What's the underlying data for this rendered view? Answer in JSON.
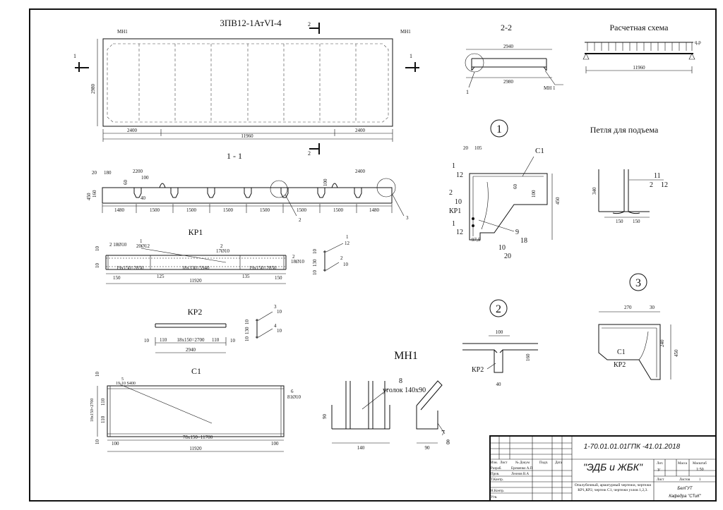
{
  "sheet": {
    "plan": {
      "title": "3ПВ12-1АтVI-4",
      "mark_left": "МН1",
      "mark_right": "МН1",
      "section_top": "2",
      "section_bottom": "2",
      "section_left": "1",
      "section_right": "1",
      "dim_height": "2980",
      "dim_left": "2400",
      "dim_total": "11960",
      "dim_right": "2400"
    },
    "section_11": {
      "title": "1 - 1",
      "d20": "20",
      "d180": "180",
      "d2200": "2200",
      "d100": "100",
      "d60": "60",
      "d160": "160",
      "d450": "450",
      "d40": "40",
      "d2400": "2400",
      "d100b": "100",
      "bottom_dims": [
        "1480",
        "1500",
        "1500",
        "1500",
        "1500",
        "1500",
        "1500",
        "1480"
      ],
      "callout_2": "2",
      "callout_3": "3"
    },
    "section_22": {
      "title": "2-2",
      "dim_top": "2940",
      "dim_bottom": "2980",
      "callout_1": "1",
      "label_mn": "МН 1"
    },
    "scheme": {
      "title": "Расчетная схема",
      "load": "q,p",
      "span": "11960"
    },
    "kp1": {
      "title": "КР1",
      "lbl_left": "2\n18Ø10",
      "lbl_1": "1",
      "lbl_1b": "20Ø12",
      "lbl_2": "2",
      "lbl_2b": "17Ø10",
      "lbl_right": "2",
      "lbl_right_b": "18Ø10",
      "d10a": "10",
      "d10b": "10",
      "seg1": "19x150=2850",
      "seg2": "18x330=5940",
      "seg3": "19x150=2850",
      "d150a": "150",
      "d125": "125",
      "d135": "135",
      "d150b": "150",
      "total": "11920",
      "cs_1": "1",
      "cs_12": "12",
      "cs_2": "2",
      "cs_10": "10",
      "cs_d10": "10",
      "cs_d130": "130",
      "cs_d10b": "10"
    },
    "kp2": {
      "title": "КР2",
      "d10a": "10",
      "d110a": "110",
      "seg": "18x150=2700",
      "d110b": "110",
      "d10b": "10",
      "total": "2940",
      "cs_3": "3",
      "cs_10a": "10",
      "cs_4": "4",
      "cs_10b": "10",
      "cs_d10": "10",
      "cs_d130": "130",
      "cs_d10b": "10"
    },
    "c1": {
      "title": "С1",
      "lbl_5": "5",
      "lbl_5b": "19-10 S400",
      "lbl_6": "6",
      "lbl_6b": "81Ø10",
      "d10t": "10",
      "d110a": "110",
      "d110b": "110",
      "d10b": "10",
      "side": "18x150=2700",
      "seg": "78x150=11700",
      "d100a": "100",
      "d100b": "100",
      "total": "11920"
    },
    "mn1": {
      "title": "МН1",
      "lbl_8": "8",
      "angle": "уголок 140х90",
      "d90": "90",
      "d140": "140",
      "d90b": "90",
      "lbl_7": "7",
      "lbl_d8": "8"
    },
    "node1": {
      "num": "1",
      "d20": "20",
      "d105": "105",
      "lbl_c1": "С1",
      "lbl_1": "1",
      "lbl_12": "12",
      "lbl_2": "2",
      "lbl_10": "10",
      "lbl_kp1": "КР1",
      "lbl_1b": "1",
      "lbl_12b": "12",
      "d60": "60",
      "d100": "100",
      "d450": "450",
      "d975": "97,5",
      "lbl_9": "9",
      "lbl_18": "18",
      "lbl_10b": "10",
      "lbl_20": "20"
    },
    "node2": {
      "num": "2",
      "d100": "100",
      "d160": "160",
      "d40": "40",
      "lbl_kp2": "КР2"
    },
    "node3": {
      "num": "3",
      "d270": "270",
      "d30": "30",
      "d240": "240",
      "d450": "450",
      "lbl_c1": "С1",
      "lbl_kp2": "КР2"
    },
    "loop": {
      "title": "Петля для подъема",
      "lbl_11": "11",
      "lbl_2": "2",
      "lbl_12": "12",
      "d340": "340",
      "d150a": "150",
      "d150b": "150"
    },
    "stamp": {
      "code": "1-70.01.01.01ГПК -41.01.2018",
      "org": "\"ЭДБ и ЖБК\"",
      "desc": "Опалубочный, арматурный чертежи, чертежи КР1,КР2, чертеж С1, чертежи узлов 1,2,3.",
      "h_izm": "Изм.",
      "h_list": "Лист",
      "h_doc": "№ Докум",
      "h_sign": "Подп.",
      "h_date": "Дата",
      "r_razrab": "Разраб.",
      "r_razrab_name": "Еременко А.П",
      "r_prov": "Пров.",
      "r_prov_name": "Леонов В.А",
      "r_tkontr": "Т.Контр.",
      "r_nkontr": "Н.Контр.",
      "r_utv": "Утв.",
      "h_lit": "Лит.",
      "h_mass": "Масса",
      "h_scale": "Масштаб",
      "lit_val": "У",
      "scale_val": "1:50",
      "sheet_lbl": "Лист",
      "sheets_lbl": "Листов",
      "sheets_val": "1",
      "uni": "БелГУТ",
      "dept": "Кафедра \"СТиК\""
    }
  }
}
